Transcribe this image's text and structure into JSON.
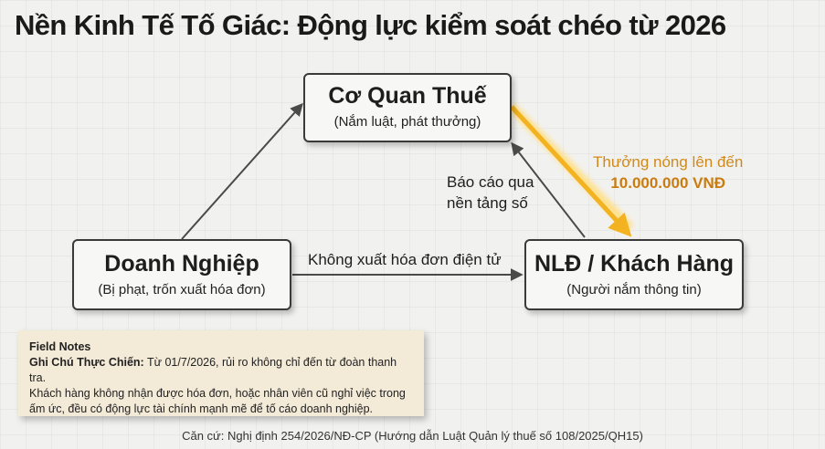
{
  "title": "Nền Kinh Tế Tố Giác: Động lực kiểm soát chéo từ 2026",
  "nodes": {
    "tax": {
      "title": "Cơ Quan Thuế",
      "subtitle": "(Nắm luật, phát thưởng)"
    },
    "business": {
      "title": "Doanh Nghiệp",
      "subtitle": "(Bị phạt, trốn xuất hóa đơn)"
    },
    "employee": {
      "title": "NLĐ / Khách Hàng",
      "subtitle": "(Người nắm thông tin)"
    }
  },
  "edges": {
    "report_line1": "Báo cáo qua",
    "report_line2": "nền tảng số",
    "no_invoice": "Không xuất hóa đơn điện tử",
    "reward_line1": "Thưởng nóng lên đến",
    "reward_line2": "10.000.000 VNĐ"
  },
  "colors": {
    "reward_arrow": "#f3b21f",
    "reward_text": "#d08a1c",
    "edge": "#4a4a4a"
  },
  "note": {
    "heading": "Field Notes",
    "label": "Ghi Chú Thực Chiến:",
    "line1_rest": " Từ 01/7/2026, rủi ro không chỉ đến từ đoàn thanh tra.",
    "line2": "Khách hàng không nhận được hóa đơn, hoặc nhân viên cũ nghỉ việc trong",
    "line3": "ấm ức, đều có động lực tài chính mạnh mẽ để tố cáo doanh nghiệp."
  },
  "footer": "Căn cứ: Nghị định 254/2026/NĐ-CP (Hướng dẫn Luật Quản lý thuế số 108/2025/QH15)"
}
